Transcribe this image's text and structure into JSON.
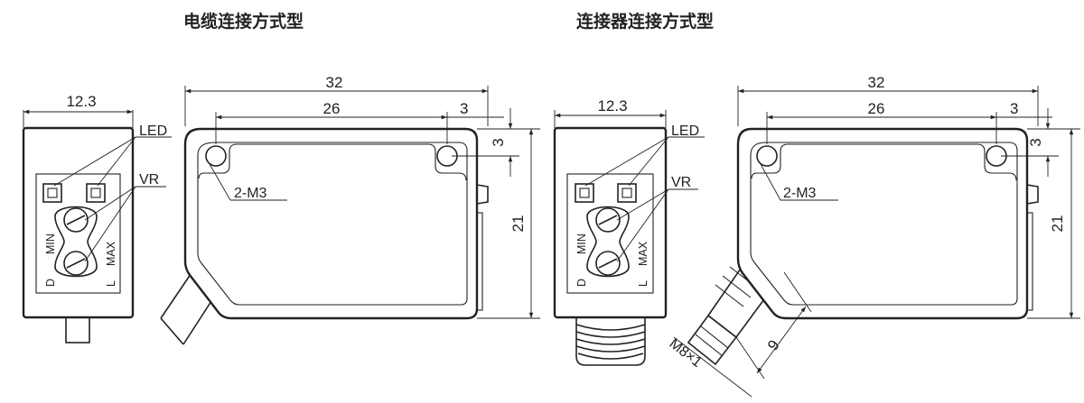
{
  "panels": [
    {
      "title": "电缆连接方式型",
      "front_width_label": "12.3",
      "led_label": "LED",
      "vr_label": "VR",
      "min_label": "MIN",
      "max_label": "MAX",
      "d_label": "D",
      "l_label": "L",
      "overall_width_label": "32",
      "hole_spacing_label": "26",
      "edge_offset_label": "3",
      "hole_offset_label": "3",
      "height_label": "21",
      "hole_label": "2-M3"
    },
    {
      "title": "连接器连接方式型",
      "front_width_label": "12.3",
      "led_label": "LED",
      "vr_label": "VR",
      "min_label": "MIN",
      "max_label": "MAX",
      "d_label": "D",
      "l_label": "L",
      "overall_width_label": "32",
      "hole_spacing_label": "26",
      "edge_offset_label": "3",
      "hole_offset_label": "3",
      "height_label": "21",
      "hole_label": "2-M3",
      "connector_thread_label": "M8×1",
      "connector_length_label": "9"
    }
  ]
}
